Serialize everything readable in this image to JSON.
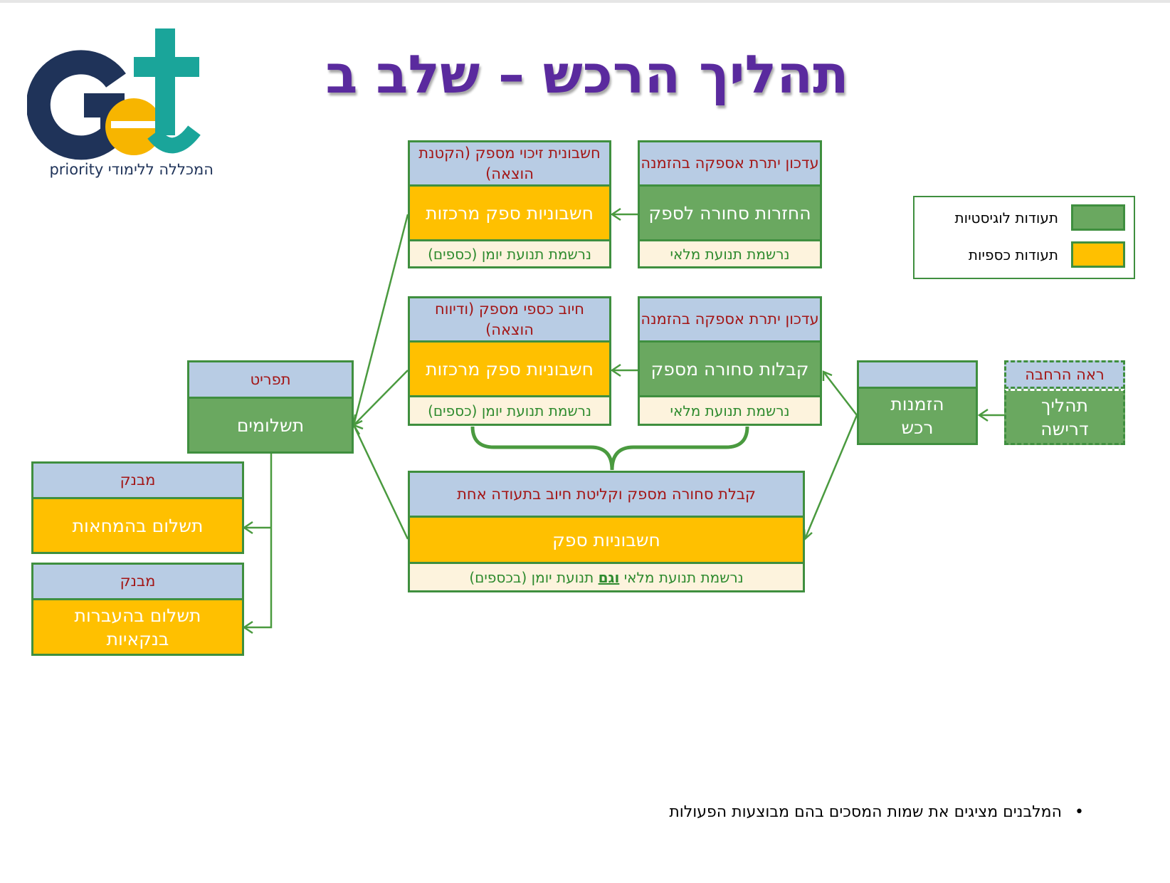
{
  "title": "תהליך הרכש – שלב ב",
  "logo": {
    "text": "המכללה ללימודי priority"
  },
  "legend": {
    "logistic": "תעודות לוגיסטיות",
    "financial": "תעודות כספיות",
    "colors": {
      "logistic": "#6aa860",
      "financial": "#ffc000"
    }
  },
  "nodes": {
    "returns": {
      "header": "עדכון יתרת אספקה בהזמנה",
      "body": "החזרות סחורה לספק",
      "note": "נרשמת תנועת מלאי"
    },
    "credit": {
      "header": "חשבונית זיכוי מספק (הקטנת הוצאה)",
      "body": "חשבוניות ספק מרכזות",
      "note": "נרשמת תנועת יומן (כספים)"
    },
    "receipts": {
      "header": "עדכון יתרת אספקה בהזמנה",
      "body": "קבלות סחורה מספק",
      "note": "נרשמת תנועת מלאי"
    },
    "debit": {
      "header": "חיוב כספי מספק (ודיווח הוצאה)",
      "body": "חשבוניות ספק מרכזות",
      "note": "נרשמת תנועת יומן (כספים)"
    },
    "purchase_orders": {
      "header": "",
      "body": "הזמנות רכש"
    },
    "requisition": {
      "header": "ראה הרחבה",
      "body": "תהליך דרישה"
    },
    "payments": {
      "header": "תפריט",
      "body": "תשלומים"
    },
    "checks": {
      "header": "מבנק",
      "body": "תשלום בהמחאות"
    },
    "transfers": {
      "header": "מבנק",
      "body": "תשלום בהעברות בנקאיות"
    },
    "invoice": {
      "header": "קבלת סחורה מספק וקליטת חיוב בתעודה אחת",
      "body": "חשבוניות ספק",
      "note_a": "נרשמת תנועת מלאי",
      "note_em": "וגם",
      "note_b": "תנועת יומן (בכספים)"
    }
  },
  "footer": {
    "bullet": "המלבנים מציגים את שמות המסכים בהם מבוצעות הפעולות"
  },
  "colors": {
    "accent_title": "#5a2a9e",
    "border": "#3f8f3f",
    "header_bg": "#b8cce4",
    "header_text": "#a31515",
    "note_bg": "#fdf3dd"
  }
}
